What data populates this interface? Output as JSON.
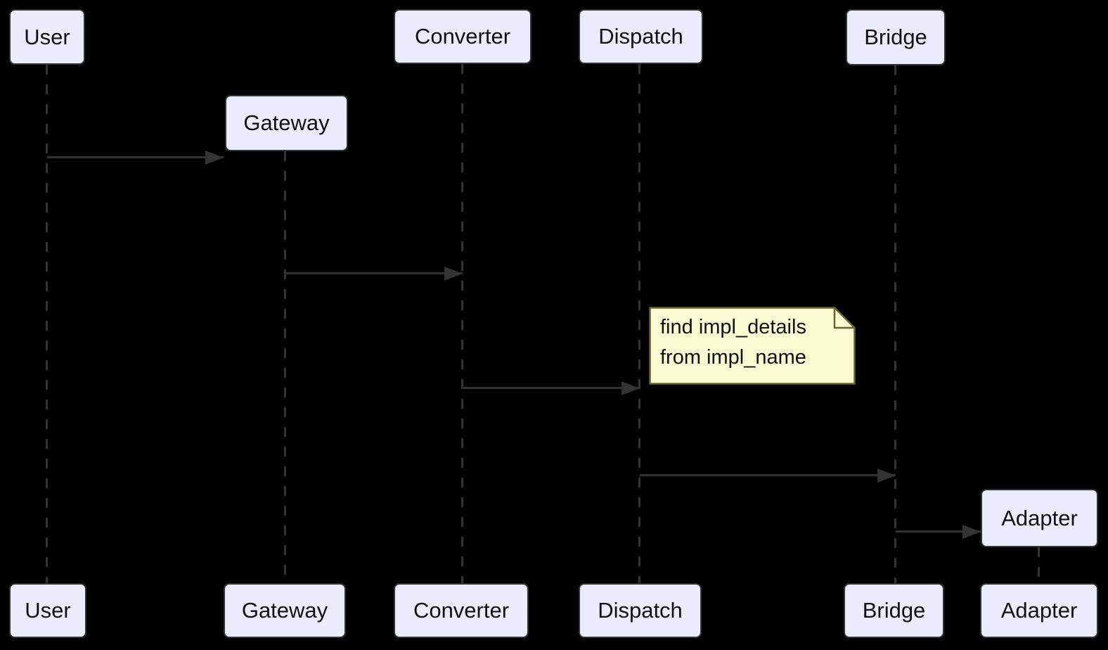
{
  "diagram": {
    "type": "sequence-diagram",
    "colors": {
      "background": "#000000",
      "actor_fill": "#ececff",
      "actor_border": "#333333",
      "line": "#333333",
      "note_fill": "#fafad2",
      "note_border": "#666633",
      "text": "#111111"
    },
    "actors": [
      {
        "id": "user",
        "label": "User"
      },
      {
        "id": "gateway",
        "label": "Gateway"
      },
      {
        "id": "converter",
        "label": "Converter"
      },
      {
        "id": "dispatch",
        "label": "Dispatch"
      },
      {
        "id": "bridge",
        "label": "Bridge"
      },
      {
        "id": "adapter",
        "label": "Adapter"
      }
    ],
    "messages": [
      {
        "from": "User",
        "to": "Gateway",
        "creates": "Gateway",
        "label": ""
      },
      {
        "from": "Gateway",
        "to": "Converter",
        "label": ""
      },
      {
        "from": "Converter",
        "to": "Dispatch",
        "label": ""
      },
      {
        "from": "Dispatch",
        "to": "Bridge",
        "label": ""
      },
      {
        "from": "Bridge",
        "to": "Adapter",
        "creates": "Adapter",
        "label": ""
      }
    ],
    "note": {
      "position": "right of Dispatch",
      "lines": [
        "find impl_details",
        "from impl_name"
      ]
    }
  }
}
